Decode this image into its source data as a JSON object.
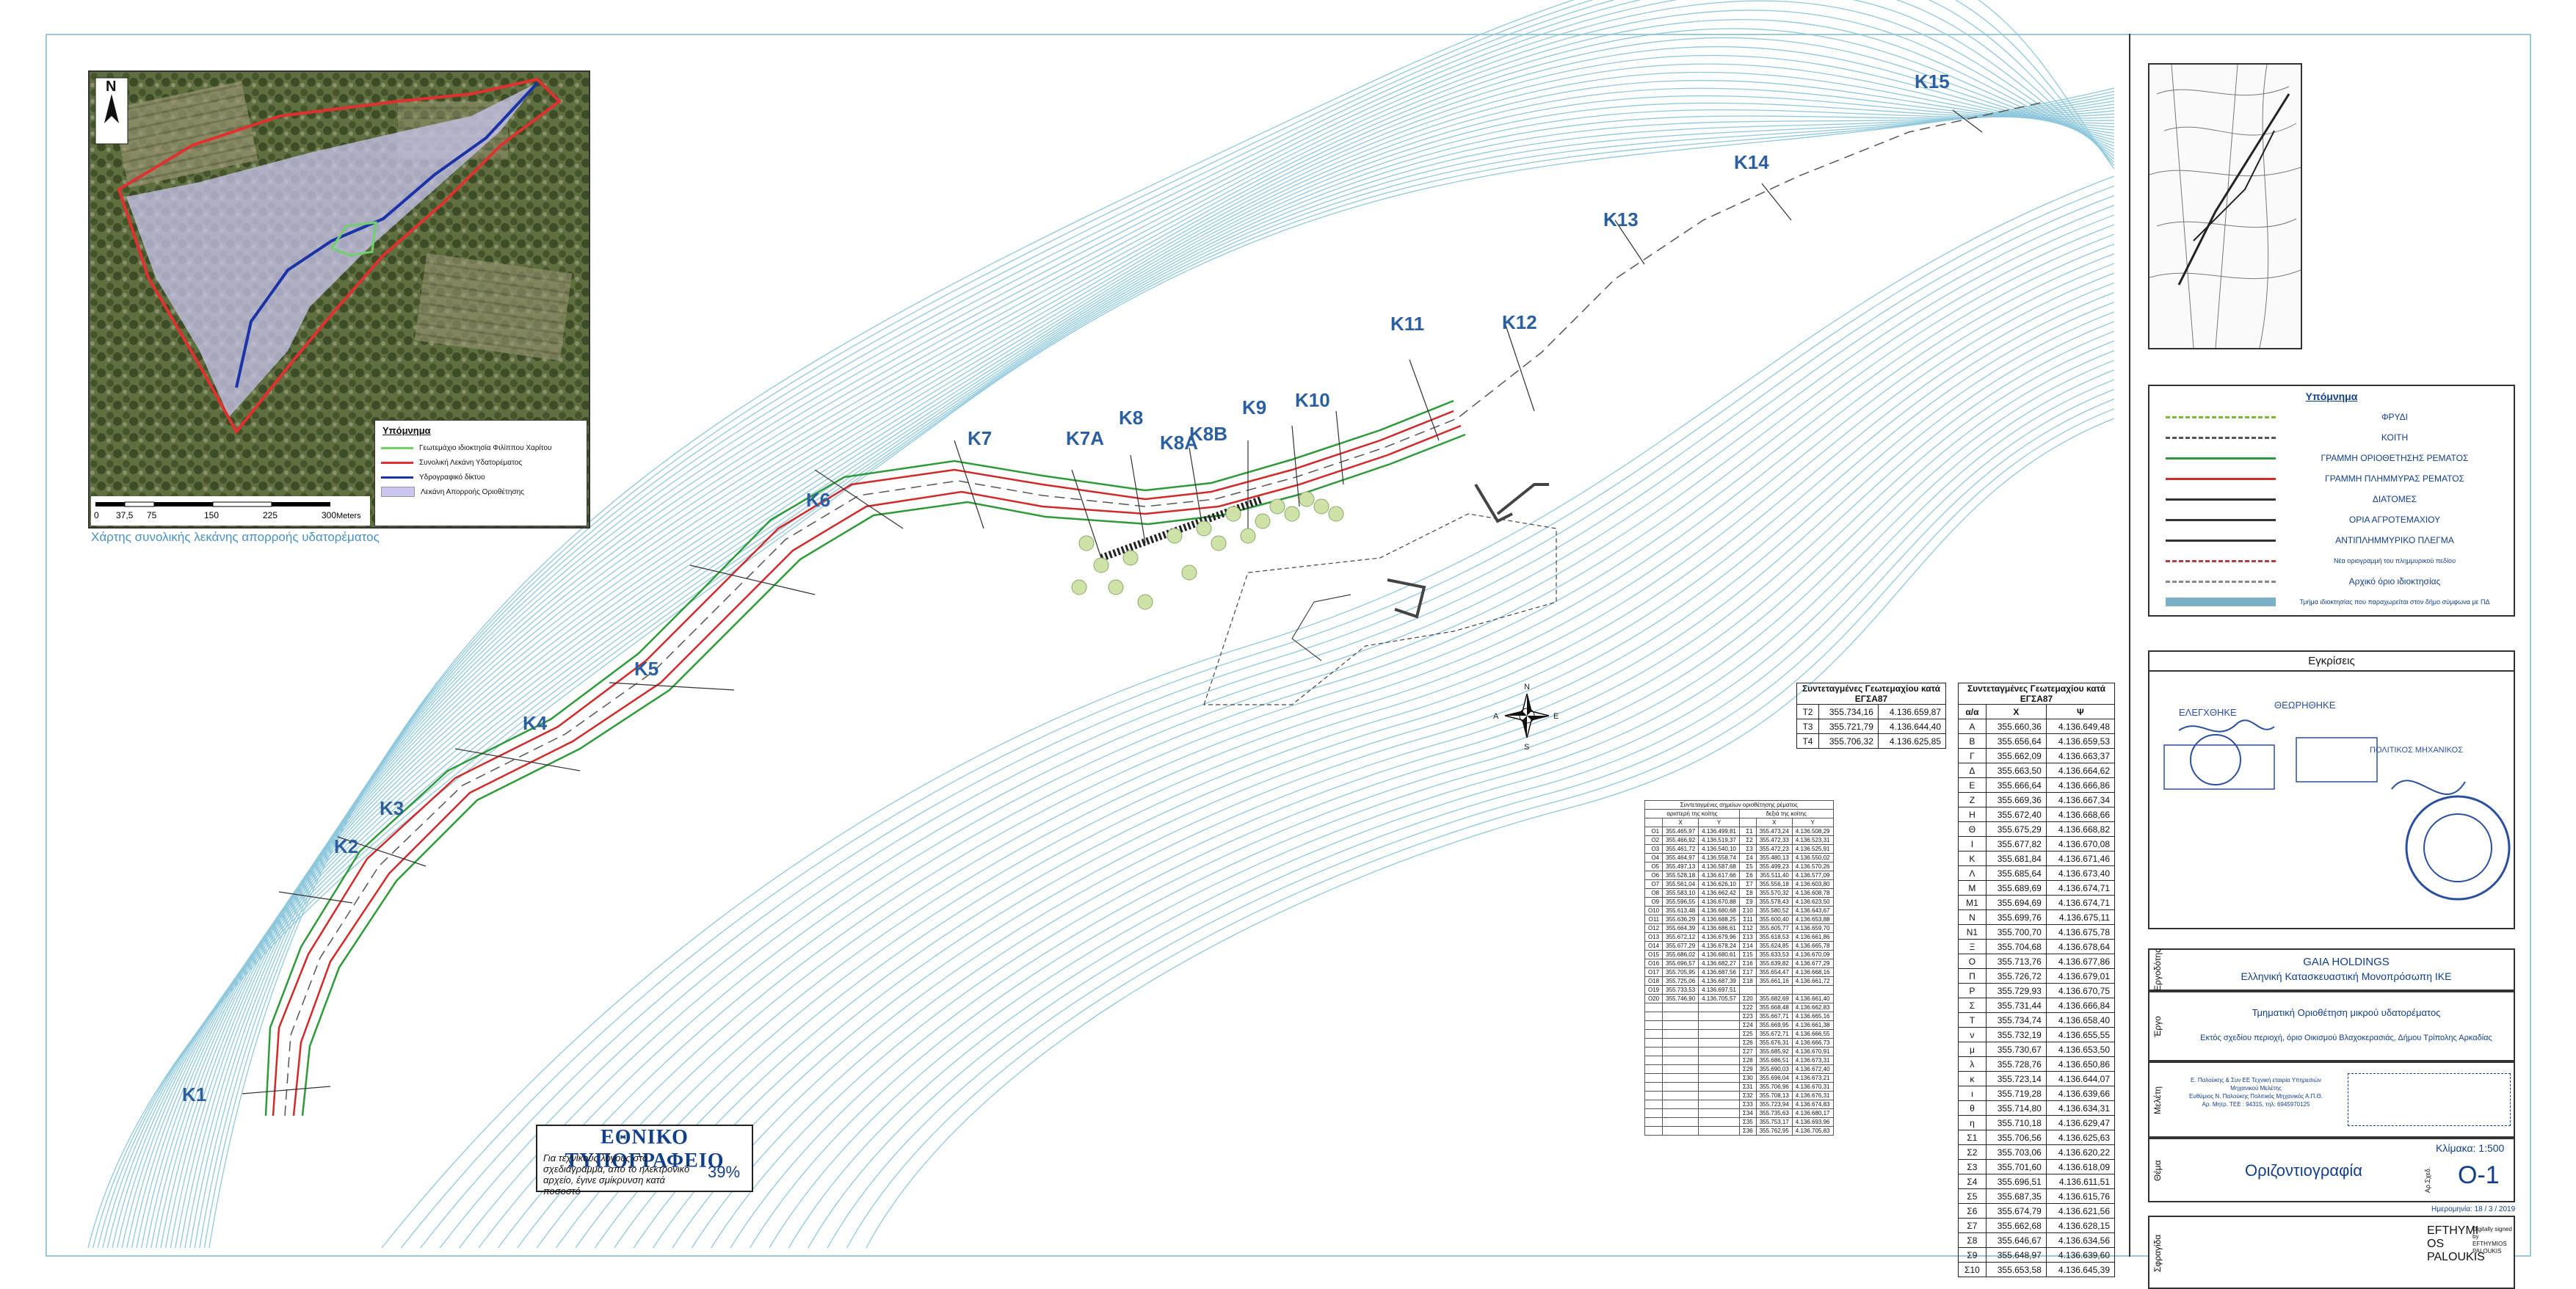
{
  "inset_map": {
    "legend_title": "Υπόμνημα",
    "legend": [
      {
        "label": "Γεωτεμάχιο ιδιοκτησία  Φιλίππου Χαρίτου",
        "color": "#6ed16a"
      },
      {
        "label": "Συνολική Λεκάνη Υδατορέματος",
        "color": "#e03030"
      },
      {
        "label": "Υδρογραφικό δίκτυο",
        "color": "#1a33a8"
      },
      {
        "label": "Λεκάνη Απορροής Οριοθέτησης",
        "color": "#c9c6ef"
      }
    ],
    "scale_ticks": [
      "0",
      "37,5",
      "75",
      "150",
      "225",
      "300"
    ],
    "scale_unit": "Meters",
    "north": "N",
    "caption": "Χάρτης συνολικής λεκάνης απορροής υδατορέματος"
  },
  "section_labels": [
    "K1",
    "K2",
    "K3",
    "K4",
    "K5",
    "K6",
    "K7",
    "K7A",
    "K8",
    "K8A",
    "K8B",
    "K9",
    "K10",
    "K11",
    "K12",
    "K13",
    "K14",
    "K15"
  ],
  "compass": {
    "n": "N",
    "s": "S",
    "e": "E",
    "w": "A"
  },
  "table_small": {
    "title": "Συντεταγμένες Γεωτεμαχίου κατά ΕΓΣΑ87",
    "rows": [
      [
        "T2",
        "355.734,16",
        "4.136.659,87"
      ],
      [
        "T3",
        "355.721,79",
        "4.136.644,40"
      ],
      [
        "T4",
        "355.706,32",
        "4.136.625,85"
      ]
    ]
  },
  "table_main": {
    "title": "Συντεταγμένες Γεωτεμαχίου κατά ΕΓΣΑ87",
    "headers": [
      "α/α",
      "X",
      "Ψ"
    ],
    "rows": [
      [
        "A",
        "355.660,36",
        "4.136.649,48"
      ],
      [
        "B",
        "355.656,64",
        "4.136.659,53"
      ],
      [
        "Γ",
        "355.662,09",
        "4.136.663,37"
      ],
      [
        "Δ",
        "355.663,50",
        "4.136.664,62"
      ],
      [
        "Ε",
        "355.666,64",
        "4.136.666,86"
      ],
      [
        "Ζ",
        "355.669,36",
        "4.136.667,34"
      ],
      [
        "Η",
        "355.672,40",
        "4.136.668,66"
      ],
      [
        "Θ",
        "355.675,29",
        "4.136.668,82"
      ],
      [
        "Ι",
        "355.677,82",
        "4.136.670,08"
      ],
      [
        "Κ",
        "355.681,84",
        "4.136.671,46"
      ],
      [
        "Λ",
        "355.685,64",
        "4.136.673,40"
      ],
      [
        "Μ",
        "355.689,69",
        "4.136.674,71"
      ],
      [
        "Μ1",
        "355.694,69",
        "4.136.674,71"
      ],
      [
        "Ν",
        "355.699,76",
        "4.136.675,11"
      ],
      [
        "Ν1",
        "355.700,70",
        "4.136.675,78"
      ],
      [
        "Ξ",
        "355.704,68",
        "4.136.678,64"
      ],
      [
        "Ο",
        "355.713,76",
        "4.136.677,86"
      ],
      [
        "Π",
        "355.726,72",
        "4.136.679,01"
      ],
      [
        "Ρ",
        "355.729,93",
        "4.136.670,75"
      ],
      [
        "Σ",
        "355.731,44",
        "4.136.666,84"
      ],
      [
        "Τ",
        "355.734,74",
        "4.136.658,40"
      ],
      [
        "ν",
        "355.732,19",
        "4.136.655,55"
      ],
      [
        "μ",
        "355.730,67",
        "4.136.653,50"
      ],
      [
        "λ",
        "355.728,76",
        "4.136.650,86"
      ],
      [
        "κ",
        "355.723,14",
        "4.136.644,07"
      ],
      [
        "ι",
        "355.719,28",
        "4.136.639,66"
      ],
      [
        "θ",
        "355.714,80",
        "4.136.634,31"
      ],
      [
        "η",
        "355.710,18",
        "4.136.629,47"
      ],
      [
        "Σ1",
        "355.706,56",
        "4.136.625,63"
      ],
      [
        "Σ2",
        "355.703,06",
        "4.136.620,22"
      ],
      [
        "Σ3",
        "355.701,60",
        "4.136.618,09"
      ],
      [
        "Σ4",
        "355.696,51",
        "4.136.611,51"
      ],
      [
        "Σ5",
        "355.687,35",
        "4.136.615,76"
      ],
      [
        "Σ6",
        "355.674,79",
        "4.136.621,56"
      ],
      [
        "Σ7",
        "355.662,68",
        "4.136.628,15"
      ],
      [
        "Σ8",
        "355.646,67",
        "4.136.634,56"
      ],
      [
        "Σ9",
        "355.648,97",
        "4.136.639,60"
      ],
      [
        "Σ10",
        "355.653,58",
        "4.136.645,39"
      ]
    ]
  },
  "table_points": {
    "title": "Συντεταγμένες σημείων οριοθέτησης ρέματος",
    "sub_left": "αριστερή της κοίτης",
    "sub_right": "δεξιά της κοίτης",
    "headers": [
      "",
      "X",
      "Y",
      "",
      "X",
      "Y"
    ],
    "rows": [
      [
        "O1",
        "355.465,97",
        "4.136.499,81",
        "Σ1",
        "355.473,24",
        "4.136.508,29"
      ],
      [
        "O2",
        "355.466,92",
        "4.136.519,37",
        "Σ2",
        "355.472,33",
        "4.136.523,31"
      ],
      [
        "O3",
        "355.461,72",
        "4.136.540,10",
        "Σ3",
        "355.472,23",
        "4.136.525,91"
      ],
      [
        "O4",
        "355.464,97",
        "4.136.558,74",
        "Σ4",
        "355.480,13",
        "4.136.550,02"
      ],
      [
        "O5",
        "355.497,13",
        "4.136.587,68",
        "Σ5",
        "355.499,23",
        "4.136.570,26"
      ],
      [
        "O6",
        "355.528,18",
        "4.136.617,66",
        "Σ6",
        "355.511,40",
        "4.136.577,09"
      ],
      [
        "O7",
        "355.561,04",
        "4.136.626,10",
        "Σ7",
        "355.556,18",
        "4.136.603,80"
      ],
      [
        "O8",
        "355.583,10",
        "4.136.662,42",
        "Σ8",
        "355.570,32",
        "4.136.608,78"
      ],
      [
        "O9",
        "355.596,55",
        "4.136.670,88",
        "Σ9",
        "355.578,43",
        "4.136.623,50"
      ],
      [
        "O10",
        "355.613,48",
        "4.136.680,68",
        "Σ10",
        "355.580,52",
        "4.136.643,67"
      ],
      [
        "O11",
        "355.636,29",
        "4.136.688,25",
        "Σ11",
        "355.600,40",
        "4.136.653,88"
      ],
      [
        "O12",
        "355.664,39",
        "4.136.686,61",
        "Σ12",
        "355.605,77",
        "4.136.659,70"
      ],
      [
        "O13",
        "355.672,12",
        "4.136.679,96",
        "Σ13",
        "355.618,53",
        "4.136.661,86"
      ],
      [
        "O14",
        "355.677,29",
        "4.136.678,24",
        "Σ14",
        "355.624,85",
        "4.136.665,78"
      ],
      [
        "O15",
        "355.686,02",
        "4.136.680,61",
        "Σ15",
        "355.633,53",
        "4.136.670,09"
      ],
      [
        "O16",
        "355.696,57",
        "4.136.682,27",
        "Σ16",
        "355.639,82",
        "4.136.677,29"
      ],
      [
        "O17",
        "355.705,95",
        "4.136.687,56",
        "Σ17",
        "355.654,47",
        "4.136.668,16"
      ],
      [
        "O18",
        "355.725,06",
        "4.136.687,39",
        "Σ18",
        "355.661,16",
        "4.136.661,72"
      ],
      [
        "O19",
        "355.733,53",
        "4.136.697,51",
        "",
        "",
        ""
      ],
      [
        "O20",
        "355.746,90",
        "4.136.705,57",
        "Σ20",
        "355.682,69",
        "4.136.661,40"
      ],
      [
        "",
        "",
        "",
        "Σ22",
        "355.668,48",
        "4.136.662,83"
      ],
      [
        "",
        "",
        "",
        "Σ23",
        "355.667,71",
        "4.136.665,16"
      ],
      [
        "",
        "",
        "",
        "Σ24",
        "355.669,95",
        "4.136.661,38"
      ],
      [
        "",
        "",
        "",
        "Σ25",
        "355.672,71",
        "4.136.666,55"
      ],
      [
        "",
        "",
        "",
        "Σ26",
        "355.676,31",
        "4.136.666,73"
      ],
      [
        "",
        "",
        "",
        "Σ27",
        "355.685,92",
        "4.136.670,91"
      ],
      [
        "",
        "",
        "",
        "Σ28",
        "355.686,51",
        "4.136.673,31"
      ],
      [
        "",
        "",
        "",
        "Σ29",
        "355.690,03",
        "4.136.672,40"
      ],
      [
        "",
        "",
        "",
        "Σ30",
        "355.696,04",
        "4.136.673,21"
      ],
      [
        "",
        "",
        "",
        "Σ31",
        "355.706,96",
        "4.136.670,31"
      ],
      [
        "",
        "",
        "",
        "Σ32",
        "355.708,13",
        "4.136.676,31"
      ],
      [
        "",
        "",
        "",
        "Σ33",
        "355.723,94",
        "4.136.674,83"
      ],
      [
        "",
        "",
        "",
        "Σ34",
        "355.735,63",
        "4.136.680,17"
      ],
      [
        "",
        "",
        "",
        "Σ35",
        "355.753,17",
        "4.136.693,96"
      ],
      [
        "",
        "",
        "",
        "Σ36",
        "355.762,95",
        "4.136.705,83"
      ]
    ]
  },
  "stamp": {
    "title": "ΕΘΝΙΚΟ ΤΥΠΟΓΡΑΦΕΙΟ",
    "text": "Για τεχνικούς λόγους στο σχεδιάγραμμα, από το ηλεκτρονικό αρχείο, έγινε σμίκρυνση κατά ποσοστό",
    "percent": "39%"
  },
  "title_block": {
    "legend_title": "Υπόμνημα",
    "legend": [
      {
        "label": "ΦΡΥΔΙ",
        "color": "#7ab83a",
        "style": "dashed"
      },
      {
        "label": "ΚΟΙΤΗ",
        "color": "#555555",
        "style": "dashed"
      },
      {
        "label": "ΓΡΑΜΜΗ ΟΡΙΟΘΕΤΗΣΗΣ ΡΕΜΑΤΟΣ",
        "color": "#2f9a3a",
        "style": "solid"
      },
      {
        "label": "ΓΡΑΜΜΗ ΠΛΗΜΜΥΡΑΣ ΡΕΜΑΤΟΣ",
        "color": "#d02a2a",
        "style": "solid"
      },
      {
        "label": "ΔΙΑΤΟΜΕΣ",
        "color": "#333333",
        "style": "solid"
      },
      {
        "label": "ΟΡΙΑ ΑΓΡΟΤΕΜΑΧΙΟΥ",
        "color": "#333333",
        "style": "solid"
      },
      {
        "label": "ΑΝΤΙΠΛΗΜΜΥΡΙΚΟ ΠΛΕΓΜΑ",
        "color": "#333333",
        "style": "solid"
      },
      {
        "label": "Νέα οριογραμμή του πλημμυρικού πεδίου",
        "color": "#b04040",
        "style": "dashed"
      },
      {
        "label": "Αρχικό όριο ιδιοκτησίας",
        "color": "#888888",
        "style": "dashed"
      },
      {
        "label": "Τμήμα ιδιοκτησίας που παραχωρείται στον δήμο σύμφωνα με ΠΔ",
        "color": "#7ab0c8",
        "style": "hatch"
      }
    ],
    "approvals_title": "Εγκρίσεις",
    "approvals_lines": [
      "ΕΛΕΓΧΘΗΚΕ",
      "ΘΕΩΡΗΘΗΚΕ",
      "ΠΟΛΙΤΙΚΟΣ ΜΗΧΑΝΙΚΟΣ"
    ],
    "owner_label": "Εργοδότης",
    "owner": [
      "GAIA HOLDINGS",
      "Ελληνική Κατασκευαστική Μονοπρόσωπη ΙΚΕ"
    ],
    "project_label": "Έργο",
    "project": [
      "Τμηματική Οριοθέτηση μικρού υδατορέματος",
      "Εκτός σχεδίου περιοχή, όριο Οικισμού Βλαχοκερασιάς, Δήμου Τρίπολης Αρκαδίας"
    ],
    "study_label": "Μελέτη",
    "study": [
      "Ε. Παλούκης & Συν ΕΕ Τεχνική εταιρία Υπηρεσιών Μηχανικού Μελέτης",
      "Ευθύμιος Ν. Παλούκης Πολιτικός Μηχανικός Α.Π.Θ.",
      "Αρ. Μητρ. ΤΕΕ : 94315, τηλ: 6945970125"
    ],
    "drawing_label": "Θέμα",
    "drawing": "Οριζοντιογραφία",
    "scale": "Κλίμακα: 1:500",
    "sheet_label": "Αρ.Σχεδ.",
    "sheet": "O-1",
    "date": "Ημερομηνία: 18 / 3 / 2019",
    "sign_label": "Σφραγίδα",
    "signer": [
      "EFTHYMI",
      "OS",
      "PALOUKIS"
    ],
    "signature_note": "Digitally signed by EFTHYMIOS PALOUKIS"
  }
}
